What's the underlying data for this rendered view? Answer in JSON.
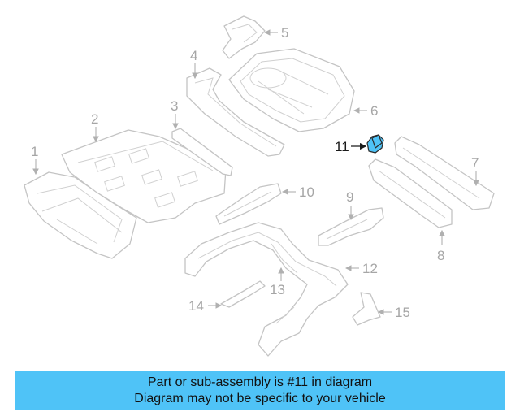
{
  "callouts": {
    "c1": "1",
    "c2": "2",
    "c3": "3",
    "c4": "4",
    "c5": "5",
    "c6": "6",
    "c7": "7",
    "c8": "8",
    "c9": "9",
    "c10": "10",
    "c11": "11",
    "c12": "12",
    "c13": "13",
    "c14": "14",
    "c15": "15"
  },
  "highlighted_callout": "11",
  "colors": {
    "highlight": "#4fc3f7",
    "outline": "#c4c4c4",
    "callout_text": "#a6a6a6"
  },
  "banner": {
    "line1": "Part or sub-assembly is #11 in diagram",
    "line2": "Diagram may not be specific to your vehicle"
  }
}
